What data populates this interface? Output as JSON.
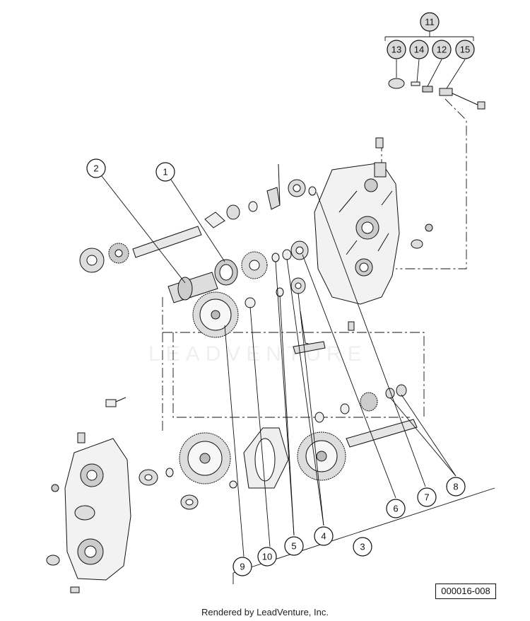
{
  "diagram": {
    "id_label": "000016-008",
    "credit": "Rendered by LeadVenture, Inc.",
    "watermark": "LEADVENTURE",
    "callouts": [
      {
        "num": "1"
      },
      {
        "num": "2"
      },
      {
        "num": "3"
      },
      {
        "num": "4"
      },
      {
        "num": "5"
      },
      {
        "num": "6"
      },
      {
        "num": "7"
      },
      {
        "num": "8"
      },
      {
        "num": "9"
      },
      {
        "num": "10"
      },
      {
        "num": "11"
      },
      {
        "num": "12"
      },
      {
        "num": "13"
      },
      {
        "num": "14"
      },
      {
        "num": "15"
      }
    ]
  }
}
